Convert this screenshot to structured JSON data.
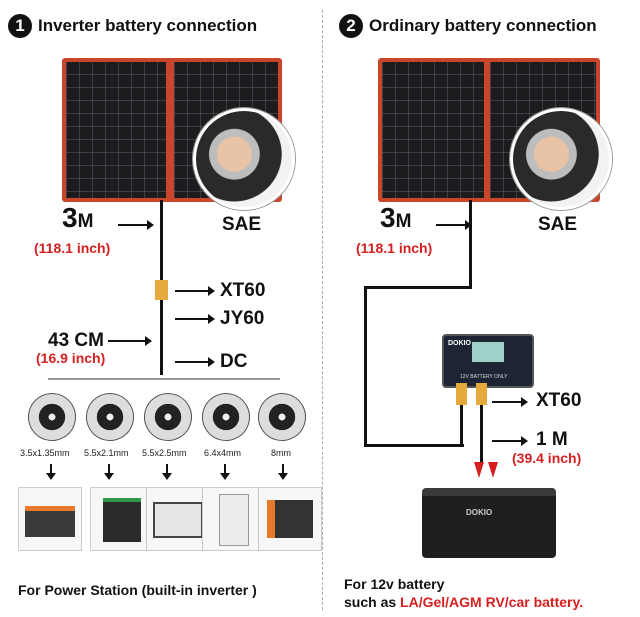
{
  "left": {
    "badge": "1",
    "title": "Inverter battery connection",
    "cable_length": "3",
    "cable_unit": "M",
    "cable_inches": "(118.1 inch)",
    "sae": "SAE",
    "xt60": "XT60",
    "jy60": "JY60",
    "ext_length": "43 CM",
    "ext_inches": "(16.9 inch)",
    "dc": "DC",
    "plug_sizes": [
      "3.5x1.35mm",
      "5.5x2.1mm",
      "5.5x2.5mm",
      "6.4x4mm",
      "8mm"
    ],
    "footer": "For Power Station (built-in inverter )"
  },
  "right": {
    "badge": "2",
    "title": "Ordinary battery connection",
    "cable_length": "3",
    "cable_unit": "M",
    "cable_inches": "(118.1 inch)",
    "sae": "SAE",
    "controller_brand": "DOKIO",
    "controller_label": "12V BATTERY ONLY",
    "xt60": "XT60",
    "clip_length": "1 M",
    "clip_inches": "(39.4 inch)",
    "battery_brand": "DOKIO",
    "footer_line1": "For 12v battery",
    "footer_line2_prefix": "such as ",
    "footer_line2_highlight": "LA/Gel/AGM RV/car battery."
  }
}
